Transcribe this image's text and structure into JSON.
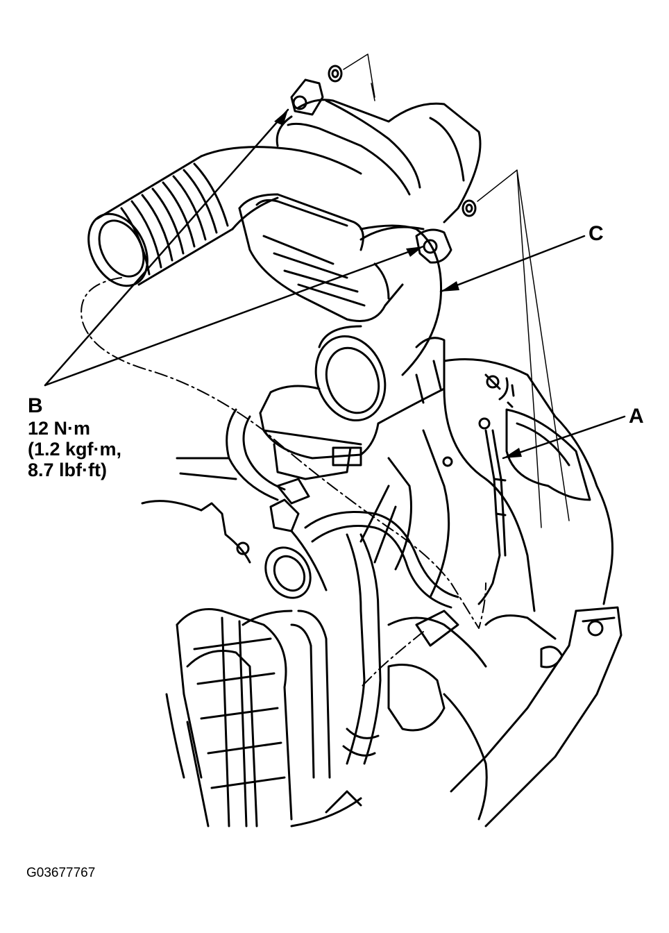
{
  "labels": {
    "a": "A",
    "b": "B",
    "c": "C",
    "torque_line1": "12 N·m",
    "torque_line2": "(1.2 kgf·m,",
    "torque_line3": "8.7 lbf·ft)"
  },
  "figure_code": "G03677767",
  "colors": {
    "ink": "#000000",
    "paper": "#ffffff"
  }
}
